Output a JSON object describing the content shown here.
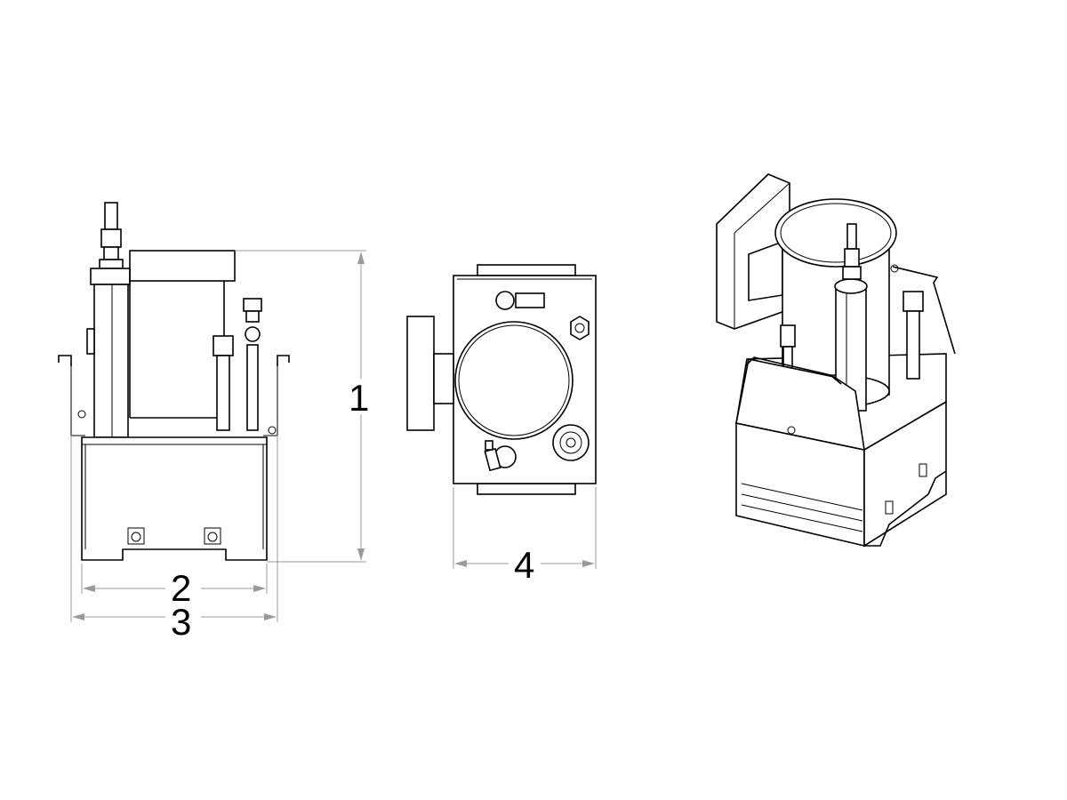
{
  "views": [
    {
      "name": "front-view"
    },
    {
      "name": "top-view"
    },
    {
      "name": "isometric-view"
    }
  ],
  "dimensions": [
    {
      "id": "dim-1",
      "label": "1",
      "orientation": "vertical"
    },
    {
      "id": "dim-2",
      "label": "2",
      "orientation": "horizontal"
    },
    {
      "id": "dim-3",
      "label": "3",
      "orientation": "horizontal"
    },
    {
      "id": "dim-4",
      "label": "4",
      "orientation": "horizontal"
    }
  ],
  "colors": {
    "line": "#000000",
    "dimension": "#9a9a9a",
    "background": "#ffffff"
  }
}
